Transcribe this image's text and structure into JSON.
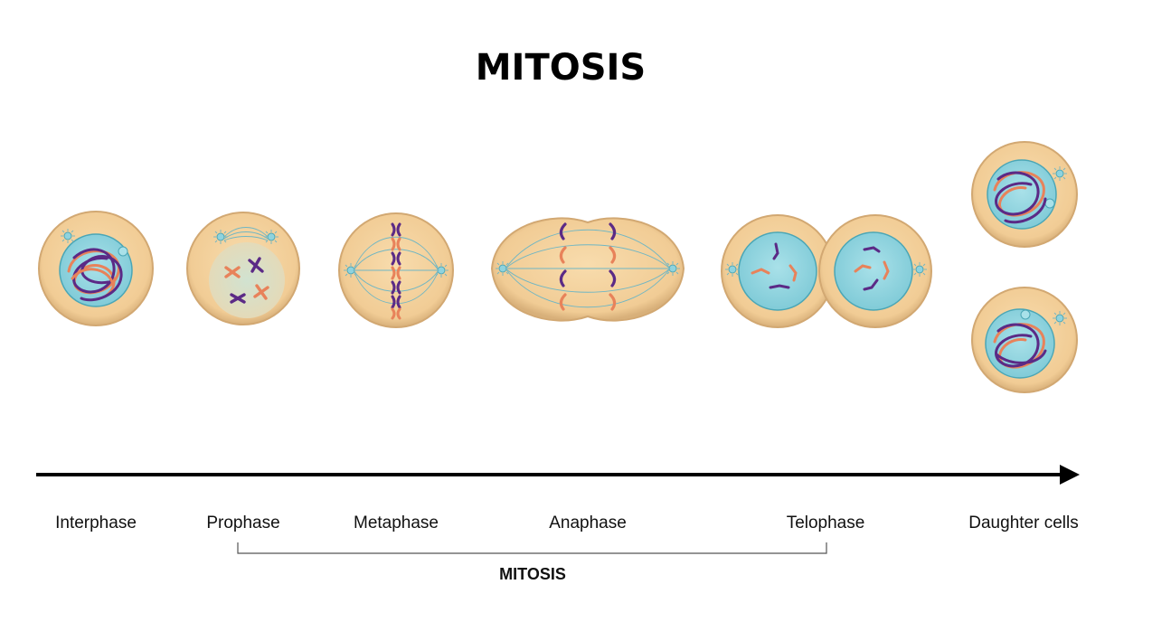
{
  "title": "MITOSIS",
  "stages": [
    {
      "id": "interphase",
      "label": "Interphase"
    },
    {
      "id": "prophase",
      "label": "Prophase"
    },
    {
      "id": "metaphase",
      "label": "Metaphase"
    },
    {
      "id": "anaphase",
      "label": "Anaphase"
    },
    {
      "id": "telophase",
      "label": "Telophase"
    },
    {
      "id": "daughter-cells",
      "label": "Daughter cells"
    }
  ],
  "bracket_label": "MITOSIS",
  "colors": {
    "cytoplasm": "#f4d3a0",
    "cytoplasm_edge": "#d9b27a",
    "nucleus": "#8fd3de",
    "nucleus_edge": "#4aa6b6",
    "chromosome_purple": "#5b2a86",
    "chromosome_orange": "#e8825a",
    "spindle": "#6fb6c4",
    "arrow": "#000000"
  }
}
